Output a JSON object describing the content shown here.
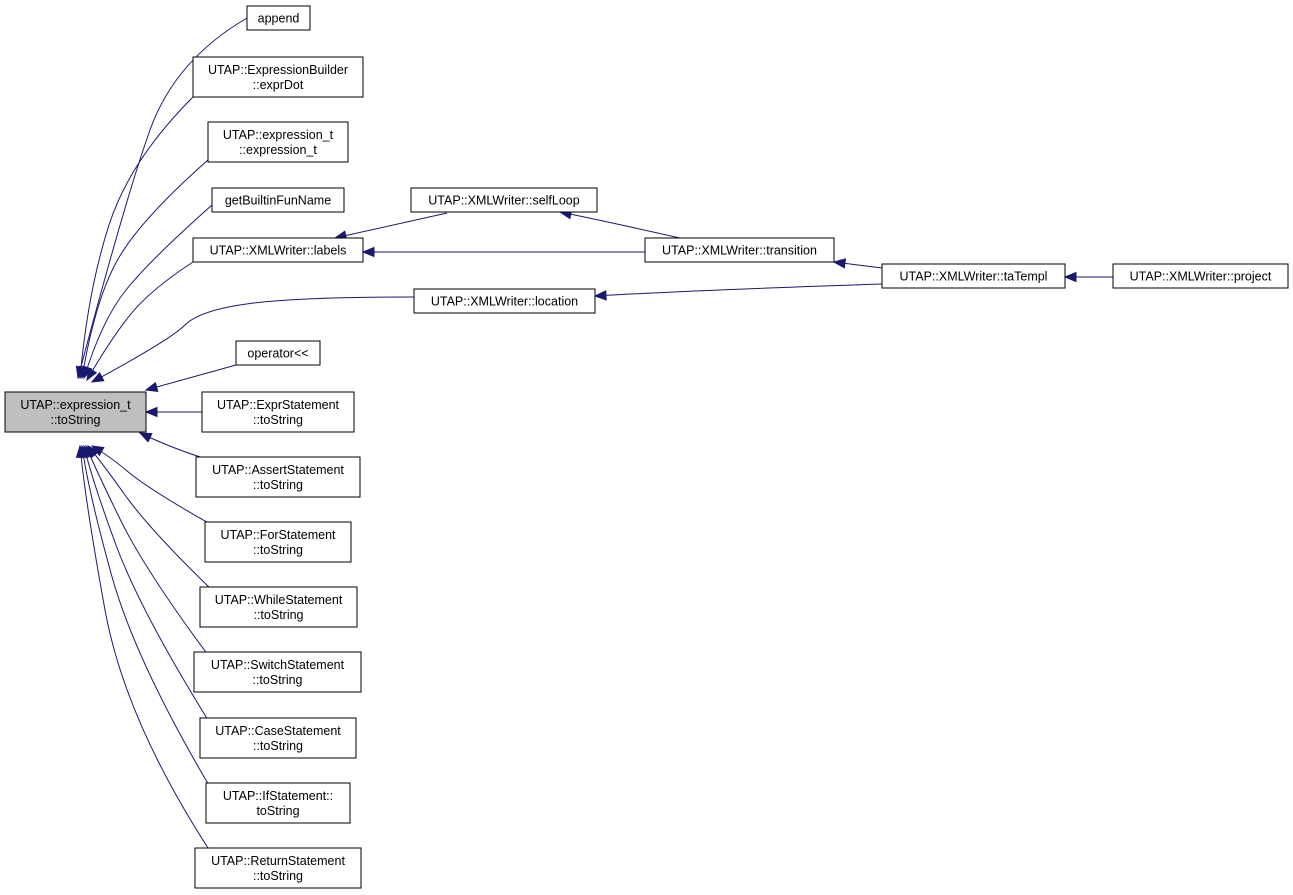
{
  "graph": {
    "root": {
      "id": "root",
      "lines": [
        "UTAP::expression_t",
        "::toString"
      ]
    },
    "nodes": [
      {
        "id": "append",
        "lines": [
          "append"
        ]
      },
      {
        "id": "exprDot",
        "lines": [
          "UTAP::ExpressionBuilder",
          "::exprDot"
        ]
      },
      {
        "id": "exprctor",
        "lines": [
          "UTAP::expression_t",
          "::expression_t"
        ]
      },
      {
        "id": "builtin",
        "lines": [
          "getBuiltinFunName"
        ]
      },
      {
        "id": "labels",
        "lines": [
          "UTAP::XMLWriter::labels"
        ]
      },
      {
        "id": "location",
        "lines": [
          "UTAP::XMLWriter::location"
        ]
      },
      {
        "id": "opout",
        "lines": [
          "operator<<"
        ]
      },
      {
        "id": "exprstmt",
        "lines": [
          "UTAP::ExprStatement",
          "::toString"
        ]
      },
      {
        "id": "assertstmt",
        "lines": [
          "UTAP::AssertStatement",
          "::toString"
        ]
      },
      {
        "id": "forstmt",
        "lines": [
          "UTAP::ForStatement",
          "::toString"
        ]
      },
      {
        "id": "whilestmt",
        "lines": [
          "UTAP::WhileStatement",
          "::toString"
        ]
      },
      {
        "id": "switchstmt",
        "lines": [
          "UTAP::SwitchStatement",
          "::toString"
        ]
      },
      {
        "id": "casestmt",
        "lines": [
          "UTAP::CaseStatement",
          "::toString"
        ]
      },
      {
        "id": "ifstmt",
        "lines": [
          "UTAP::IfStatement::",
          "toString"
        ]
      },
      {
        "id": "returnstmt",
        "lines": [
          "UTAP::ReturnStatement",
          "::toString"
        ]
      },
      {
        "id": "selfloop",
        "lines": [
          "UTAP::XMLWriter::selfLoop"
        ]
      },
      {
        "id": "transition",
        "lines": [
          "UTAP::XMLWriter::transition"
        ]
      },
      {
        "id": "tatempl",
        "lines": [
          "UTAP::XMLWriter::taTempl"
        ]
      },
      {
        "id": "project",
        "lines": [
          "UTAP::XMLWriter::project"
        ]
      }
    ],
    "edges": [
      {
        "from": "append",
        "to": "root"
      },
      {
        "from": "exprDot",
        "to": "root"
      },
      {
        "from": "exprctor",
        "to": "root"
      },
      {
        "from": "builtin",
        "to": "root"
      },
      {
        "from": "labels",
        "to": "root"
      },
      {
        "from": "location",
        "to": "root"
      },
      {
        "from": "opout",
        "to": "root"
      },
      {
        "from": "exprstmt",
        "to": "root"
      },
      {
        "from": "assertstmt",
        "to": "root"
      },
      {
        "from": "forstmt",
        "to": "root"
      },
      {
        "from": "whilestmt",
        "to": "root"
      },
      {
        "from": "switchstmt",
        "to": "root"
      },
      {
        "from": "casestmt",
        "to": "root"
      },
      {
        "from": "ifstmt",
        "to": "root"
      },
      {
        "from": "returnstmt",
        "to": "root"
      },
      {
        "from": "selfloop",
        "to": "labels"
      },
      {
        "from": "transition",
        "to": "labels"
      },
      {
        "from": "transition",
        "to": "selfloop"
      },
      {
        "from": "tatempl",
        "to": "transition"
      },
      {
        "from": "tatempl",
        "to": "location"
      },
      {
        "from": "project",
        "to": "tatempl"
      }
    ]
  },
  "colors": {
    "edge": "#191970",
    "root_fill": "#bfbfbf",
    "node_fill": "#ffffff",
    "node_stroke": "#000000"
  }
}
